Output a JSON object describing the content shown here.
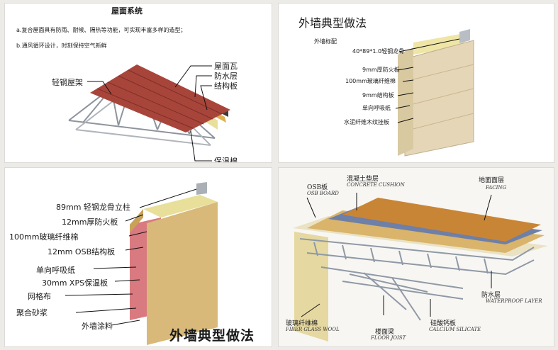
{
  "panel1": {
    "title": "屋面系统",
    "line_a": "a.复合屋面具有防雨、耐候、隔热等功能，可实现丰富多样的造型；",
    "line_b": "b.通风循环设计，时刻保持空气新鲜",
    "labels": [
      "轻钢屋架",
      "屋面瓦",
      "防水层",
      "结构板",
      "保温棉"
    ],
    "colors": {
      "tile": "#a8453a",
      "waterproof": "#3b3b3b",
      "board": "#e0b04a",
      "insulation": "#e8df9a",
      "steel": "#9aa0a8"
    }
  },
  "panel2": {
    "title": "外墙典型做法",
    "subtitle": "外墙标配",
    "labels": [
      "40*89*1.0轻钢龙骨",
      "9mm厚防火板",
      "100mm玻璃纤维棉",
      "9mm结构板",
      "单向呼吸纸",
      "水泥纤维木纹挂板"
    ],
    "colors": {
      "siding": "#e6d6b8",
      "insulation": "#efe5a6"
    }
  },
  "panel3": {
    "title": "外墙典型做法",
    "labels": [
      "89mm 轻钢龙骨立柱",
      "12mm厚防火板",
      "100mm玻璃纤维棉",
      "12mm OSB结构板",
      "单向呼吸纸",
      "30mm XPS保温板",
      "网格布",
      "聚合砂浆",
      "外墙涂料"
    ],
    "colors": {
      "render": "#d8b97a",
      "xps": "#d97a80",
      "osb": "#c9a25a",
      "insulation": "#e8df9a"
    }
  },
  "panel4": {
    "labels": [
      {
        "cn": "OSB板",
        "en": "OSB BOARD"
      },
      {
        "cn": "混凝土垫层",
        "en": "CONCRETE CUSHION"
      },
      {
        "cn": "地面面层",
        "en": "FACING"
      },
      {
        "cn": "防水层",
        "en": "WATERPROOF LAYER"
      },
      {
        "cn": "玻璃纤维棉",
        "en": "FIBER GLASS WOOL"
      },
      {
        "cn": "楼面梁",
        "en": "FLOOR JOIST"
      },
      {
        "cn": "硅酸钙板",
        "en": "CALCIUM SILICATE"
      }
    ],
    "colors": {
      "facing": "#c98536",
      "cushion": "#6e7fa8",
      "osb": "#d9b46a",
      "steel": "#a7b0bb"
    }
  }
}
